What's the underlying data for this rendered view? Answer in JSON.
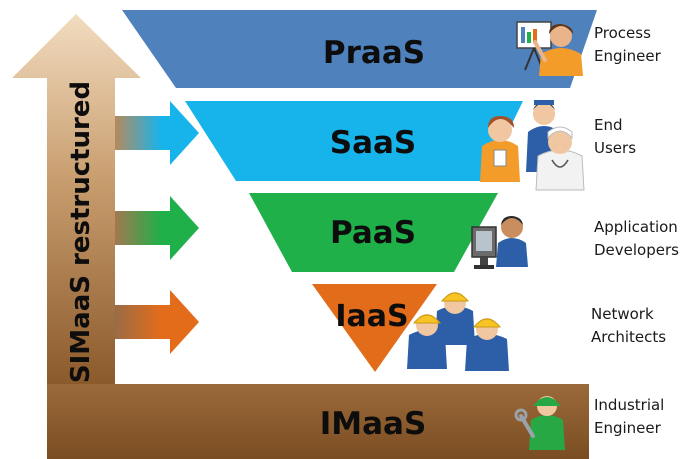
{
  "diagram": {
    "side_arrow": {
      "label": "SIMaaS restructured"
    },
    "layers": [
      {
        "id": "praas",
        "label": "PraaS",
        "color": "#4f81bd",
        "role_lines": [
          "Process",
          "Engineer"
        ],
        "icon": "presenter-icon"
      },
      {
        "id": "saas",
        "label": "SaaS",
        "color": "#17b4ec",
        "role_lines": [
          "End",
          "Users"
        ],
        "icon": "end-users-group-icon"
      },
      {
        "id": "paas",
        "label": "PaaS",
        "color": "#1fb04a",
        "role_lines": [
          "Application",
          "Developers"
        ],
        "icon": "developer-at-computer-icon"
      },
      {
        "id": "iaas",
        "label": "IaaS",
        "color": "#e36c1b",
        "role_lines": [
          "Network",
          "Architects"
        ],
        "icon": "hardhat-workers-icon"
      },
      {
        "id": "imaas",
        "label": "IMaaS",
        "color": "#8b5a2b",
        "role_lines": [
          "Industrial",
          "Engineer"
        ],
        "icon": "mechanic-with-wrench-icon"
      }
    ],
    "colors": {
      "side_arrow_top": "#f4e1c3",
      "side_arrow_bottom": "#8b5a2b",
      "arrow_saas": "#17b4ec",
      "arrow_paas": "#1fb04a",
      "arrow_iaas": "#e36c1b"
    }
  }
}
